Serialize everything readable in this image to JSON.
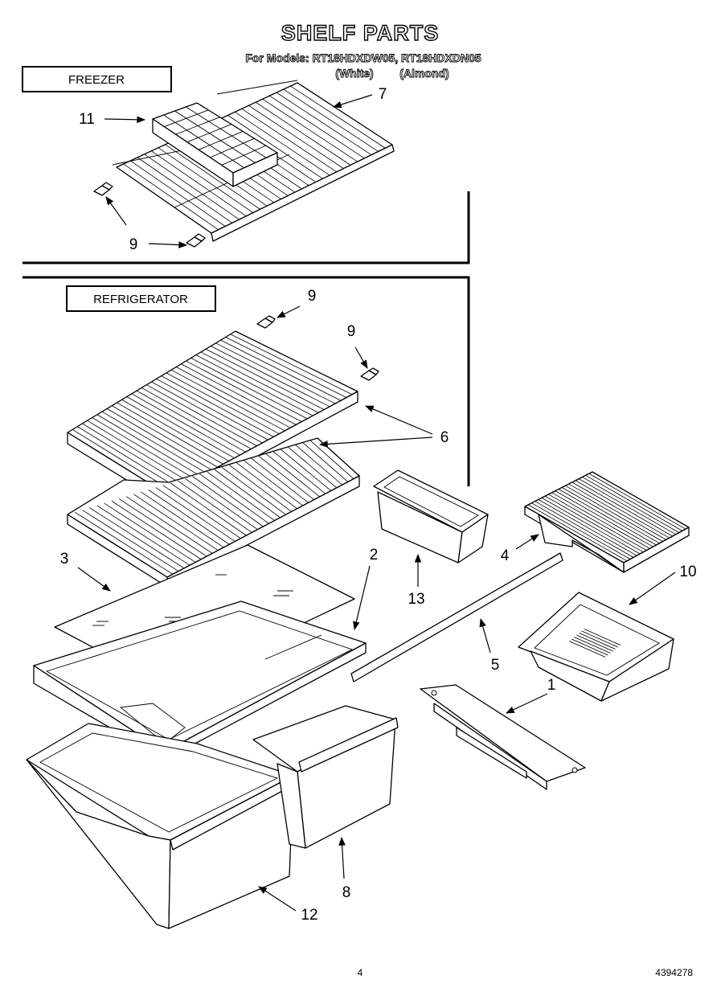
{
  "header": {
    "title": "SHELF PARTS",
    "models_line": "For Models: RT18HDXDW05, RT18HDXDN05",
    "colors_white": "(White)",
    "colors_almond": "(Almond)"
  },
  "sections": {
    "freezer_label": "FREEZER",
    "refrigerator_label": "REFRIGERATOR"
  },
  "callouts": {
    "c11": "11",
    "c7": "7",
    "c9_freezer": "9",
    "c9_ref_a": "9",
    "c9_ref_b": "9",
    "c6": "6",
    "c3": "3",
    "c2": "2",
    "c13": "13",
    "c4": "4",
    "c10": "10",
    "c5": "5",
    "c1": "1",
    "c8": "8",
    "c12": "12"
  },
  "footer": {
    "page_number": "4",
    "doc_number": "4394278"
  }
}
